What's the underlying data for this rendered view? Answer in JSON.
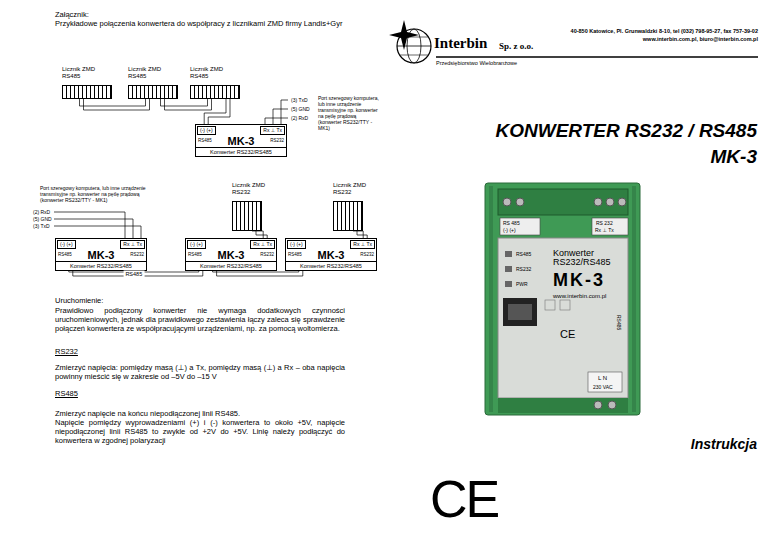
{
  "diagram": {
    "nodes": [
      {
        "text": [
          "Licznik ZMD RS485"
        ]
      },
      {
        "text": [
          "Licznik ZMD RS485"
        ]
      },
      {
        "text": [
          "Licznik ZMD RS485"
        ]
      },
      {
        "text": [
          "(-) (+)",
          "Rx ⊥ Tx",
          "RS485",
          "RS232",
          "MK-3",
          "Konwerter RS232/RS485"
        ]
      },
      {
        "text": [
          "Licznik ZMD RS232"
        ]
      },
      {
        "text": [
          "Licznik ZMD RS232"
        ]
      },
      {
        "text": [
          "(-) (+)",
          "Rx ⊥ Tx",
          "RS485",
          "RS232",
          "MK-3",
          "Konwerter RS232/RS485"
        ]
      },
      {
        "text": [
          "(-) (+)",
          "Rx ⊥ Tx",
          "RS485",
          "RS232",
          "MK-3",
          "Konwerter RS232/RS485"
        ]
      },
      {
        "text": [
          "(-) (+)",
          "Rx ⊥ Tx",
          "RS485",
          "RS232",
          "MK-3",
          "Konwerter RS232/RS485"
        ]
      }
    ],
    "edges": [
      {
        "from": 0,
        "to": 1,
        "arrow": "none"
      },
      {
        "from": 1,
        "to": 2,
        "arrow": "none"
      },
      {
        "from": 2,
        "to": 3,
        "arrow": "none"
      },
      {
        "from": 6,
        "to": 7,
        "arrow": "none",
        "label": "RS485"
      },
      {
        "from": 7,
        "to": 8,
        "arrow": "none"
      },
      {
        "from": 4,
        "to": 7,
        "arrow": "none"
      },
      {
        "from": 5,
        "to": 8,
        "arrow": "none"
      }
    ],
    "labels": [
      "Załącznik:",
      "Przykładowe połączenia konwertera do współpracy z licznikami ZMD firmy Landis+Gyr",
      "(3) TxD",
      "(5) GND",
      "(2) RxD",
      "Port szeregowy komputera, lub inne urządzenie transmisyjne np. konwerter na pętlę prądową (konwerter RS232/TTY - MK1)",
      "Port szeregowy komputera, lub inne urządzenie transmisyjne np. konwerter na pętlę prądową (konwerter RS232/TTY - MK1)",
      "(2) RxD",
      "(5) GND",
      "(3) TxD",
      "Uruchomienie:",
      "Prawidłowo podłączony konwerter nie wymaga dodatkowych czynności uruchomieniowych, jednak dla prawidłowego zestawienia łączy zaleca się sprawdzenie połączeń konwertera ze współpracującymi urządzeniami, np. za pomocą woltomierza.",
      "RS232",
      "Zmierzyć napięcia: pomiędzy masą (⊥) a Tx,  pomiędzy masą (⊥) a Rx – oba napięcia powinny mieścić się w zakresie od –5V do –15 V",
      "RS485",
      "Zmierzyć napięcie na końcu niepodłączonej linii RS485.",
      "Napięcie pomiędzy wyprowadzeniami (+) i (-) konwertera to około +5V, napięcie niepodłączonej linii RS485 to zwykle od +2V do +5V. Linię należy podłączyć do konwertera w zgodnej polaryzacji",
      "Interbin",
      "Sp. z o.o.",
      "Przedsiębiorstwo Wielobranżowe",
      "40-850 Katowice, Pl. Grunwaldzki 8-10, tel (032) 798-95-27, fax 757-39-02",
      "www.interbin.com.pl, biuro@interbin.com.pl",
      "KONWERTER RS232 / RS485",
      "MK-3",
      "RS 485",
      "(-) (+)",
      "RS 232",
      "Rx ⊥ Tx",
      "RS485",
      "RS232",
      "PWR",
      "Konwerter RS232/RS485",
      "MK-3",
      "www.interbin.com.pl",
      "CE",
      "RS485",
      "L N",
      "230 VAC",
      "Instrukcja",
      "CE"
    ]
  }
}
